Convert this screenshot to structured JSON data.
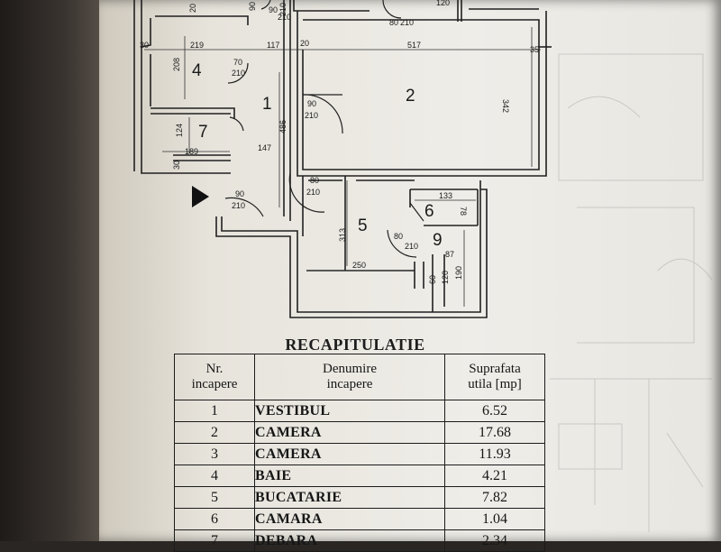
{
  "plan": {
    "rooms": [
      {
        "id": "room-1",
        "label": "1"
      },
      {
        "id": "room-2",
        "label": "2"
      },
      {
        "id": "room-4",
        "label": "4"
      },
      {
        "id": "room-5",
        "label": "5"
      },
      {
        "id": "room-6",
        "label": "6"
      },
      {
        "id": "room-7",
        "label": "7"
      },
      {
        "id": "room-9",
        "label": "9"
      }
    ],
    "dimensions": {
      "d219": "219",
      "d117": "117",
      "d517": "517",
      "d35": "35",
      "d30a": "30",
      "d20": "20",
      "d208": "208",
      "d70": "70",
      "d210a": "210",
      "d90a": "90",
      "d210b": "210",
      "d486": "486",
      "d342": "342",
      "d124": "124",
      "d189": "189",
      "d30b": "30",
      "d147": "147",
      "d90b": "90",
      "d210c": "210",
      "d80a": "80",
      "d210d": "210",
      "d133": "133",
      "d78": "78",
      "d313": "313",
      "d80b": "80",
      "d210e": "210",
      "d87": "87",
      "d250": "250",
      "d60": "60",
      "d120a": "120",
      "d190": "190",
      "d90c": "90",
      "d210f": "210",
      "d80c": "80",
      "d210g": "210",
      "d120b": "120",
      "d20b": "20",
      "d90d": "90",
      "d210h": "210"
    }
  },
  "recap": {
    "title": "RECAPITULATIE",
    "headers": {
      "nr": "Nr.\nincapere",
      "name": "Denumire\nincapere",
      "area": "Suprafata\nutila  [mp]"
    },
    "rows": [
      {
        "nr": "1",
        "name": "VESTIBUL",
        "area": "6.52"
      },
      {
        "nr": "2",
        "name": "CAMERA",
        "area": "17.68"
      },
      {
        "nr": "3",
        "name": "CAMERA",
        "area": "11.93"
      },
      {
        "nr": "4",
        "name": "BAIE",
        "area": "4.21"
      },
      {
        "nr": "5",
        "name": "BUCATARIE",
        "area": "7.82"
      },
      {
        "nr": "6",
        "name": "CAMARA",
        "area": "1.04"
      },
      {
        "nr": "7",
        "name": "DEBARA",
        "area": "2.34"
      }
    ]
  }
}
